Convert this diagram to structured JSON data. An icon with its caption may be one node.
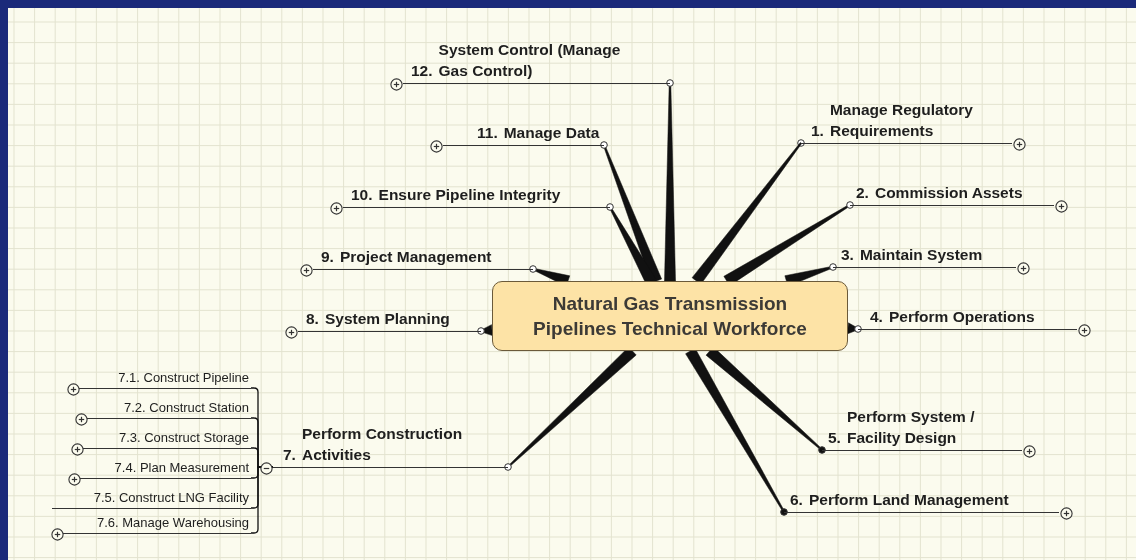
{
  "diagram": {
    "nodes": [
      {
        "text": [
          "Natural Gas Transmission Pipelines Technical Workforce"
        ]
      },
      {
        "text": [
          "1.",
          "Manage Regulatory Requirements"
        ]
      },
      {
        "text": [
          "2.",
          "Commission Assets"
        ]
      },
      {
        "text": [
          "3.",
          "Maintain System"
        ]
      },
      {
        "text": [
          "4.",
          "Perform Operations"
        ]
      },
      {
        "text": [
          "5.",
          "Perform System / Facility Design"
        ]
      },
      {
        "text": [
          "6.",
          "Perform Land Management"
        ]
      },
      {
        "text": [
          "7.",
          "Perform Construction Activities"
        ]
      },
      {
        "text": [
          "7.1. Construct Pipeline"
        ]
      },
      {
        "text": [
          "7.2. Construct Station"
        ]
      },
      {
        "text": [
          "7.3. Construct Storage"
        ]
      },
      {
        "text": [
          "7.4. Plan Measurement"
        ]
      },
      {
        "text": [
          "7.5. Construct LNG Facility"
        ]
      },
      {
        "text": [
          "7.6. Manage Warehousing"
        ]
      },
      {
        "text": [
          "8.",
          "System Planning"
        ]
      },
      {
        "text": [
          "9.",
          "Project Management"
        ]
      },
      {
        "text": [
          "10.",
          "Ensure Pipeline Integrity"
        ]
      },
      {
        "text": [
          "11.",
          "Manage Data"
        ]
      },
      {
        "text": [
          "12.",
          "System Control (Manage Gas Control)"
        ]
      }
    ],
    "edges": [
      {
        "from": 0,
        "to": 1,
        "arrow": "none",
        "style": "thick"
      },
      {
        "from": 0,
        "to": 2,
        "arrow": "none",
        "style": "thick"
      },
      {
        "from": 0,
        "to": 3,
        "arrow": "none",
        "style": "thick"
      },
      {
        "from": 0,
        "to": 4,
        "arrow": "none",
        "style": "thick"
      },
      {
        "from": 0,
        "to": 5,
        "arrow": "none",
        "style": "thick"
      },
      {
        "from": 0,
        "to": 6,
        "arrow": "none",
        "style": "thick"
      },
      {
        "from": 0,
        "to": 7,
        "arrow": "none",
        "style": "thick"
      },
      {
        "from": 7,
        "to": 8,
        "arrow": "none"
      },
      {
        "from": 7,
        "to": 9,
        "arrow": "none"
      },
      {
        "from": 7,
        "to": 10,
        "arrow": "none"
      },
      {
        "from": 7,
        "to": 11,
        "arrow": "none"
      },
      {
        "from": 7,
        "to": 12,
        "arrow": "none"
      },
      {
        "from": 7,
        "to": 13,
        "arrow": "none"
      },
      {
        "from": 0,
        "to": 14,
        "arrow": "none",
        "style": "thick"
      },
      {
        "from": 0,
        "to": 15,
        "arrow": "none",
        "style": "thick"
      },
      {
        "from": 0,
        "to": 16,
        "arrow": "none",
        "style": "thick"
      },
      {
        "from": 0,
        "to": 17,
        "arrow": "none",
        "style": "thick"
      },
      {
        "from": 0,
        "to": 18,
        "arrow": "none",
        "style": "thick"
      }
    ]
  }
}
